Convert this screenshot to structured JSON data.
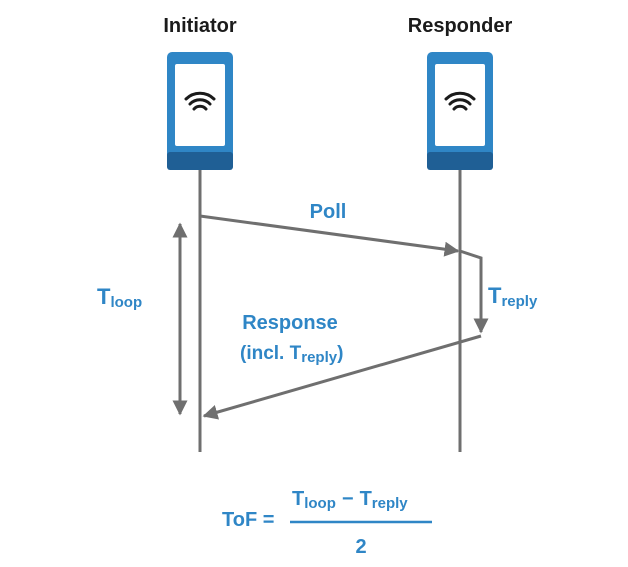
{
  "initiator": {
    "label": "Initiator"
  },
  "responder": {
    "label": "Responder"
  },
  "messages": {
    "poll": "Poll",
    "response_line1": "Response",
    "response_line2_prefix": "(incl. ",
    "response_line2_suffix": ")"
  },
  "timings": {
    "loop": {
      "base": "T",
      "sub": "loop"
    },
    "reply": {
      "base": "T",
      "sub": "reply"
    }
  },
  "formula": {
    "lhs": "ToF =",
    "minus": "−",
    "denominator": "2"
  },
  "icons": {
    "device": "smartphone-icon",
    "signal": "wifi-icon"
  },
  "colors": {
    "device_blue": "#2f86c6",
    "device_dark": "#1f5f95",
    "screen": "#ffffff",
    "line": "#6f6f6f",
    "text_dark": "#1b1b1b",
    "text_blue": "#2f86c6"
  }
}
